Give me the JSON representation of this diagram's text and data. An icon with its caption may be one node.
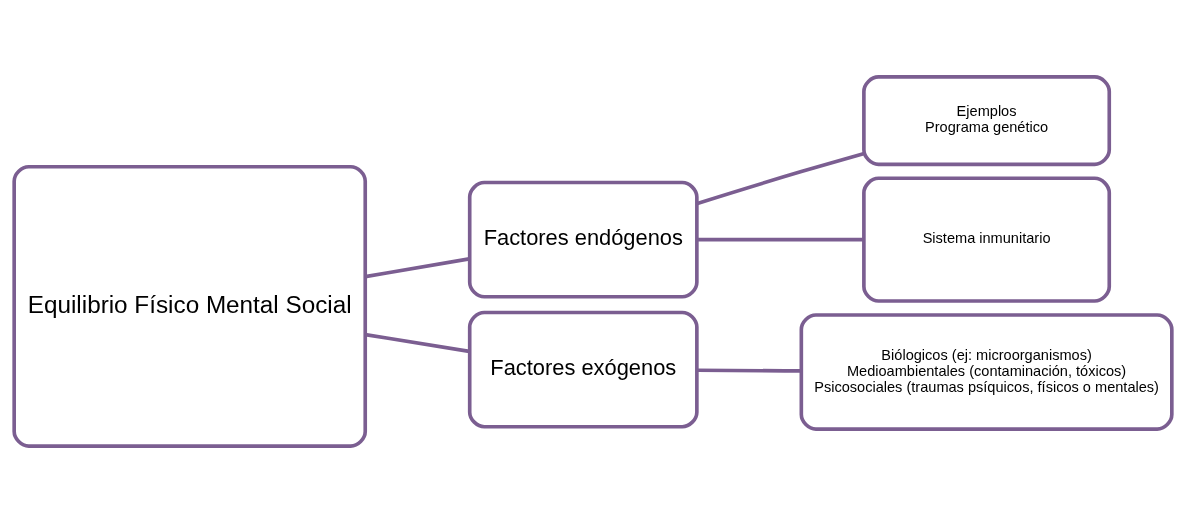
{
  "diagram": {
    "nodes": [
      {
        "text": [
          "Equilibrio Físico Mental Social"
        ]
      },
      {
        "text": [
          "Factores endógenos"
        ]
      },
      {
        "text": [
          "Factores exógenos"
        ]
      },
      {
        "text": [
          "Ejemplos",
          "Programa genético"
        ]
      },
      {
        "text": [
          "Sistema inmunitario"
        ]
      },
      {
        "text": [
          "Biólogicos (ej: microorganismos)",
          "Medioambientales (contaminación, tóxicos)",
          "Psicosociales (traumas psíquicos, físicos o mentales)"
        ]
      }
    ],
    "edges": [
      {
        "from": 0,
        "to": 1,
        "arrow": "none"
      },
      {
        "from": 0,
        "to": 2,
        "arrow": "none"
      },
      {
        "from": 1,
        "to": 3,
        "arrow": "none"
      },
      {
        "from": 1,
        "to": 4,
        "arrow": "none"
      },
      {
        "from": 2,
        "to": 5,
        "arrow": "none"
      }
    ]
  }
}
